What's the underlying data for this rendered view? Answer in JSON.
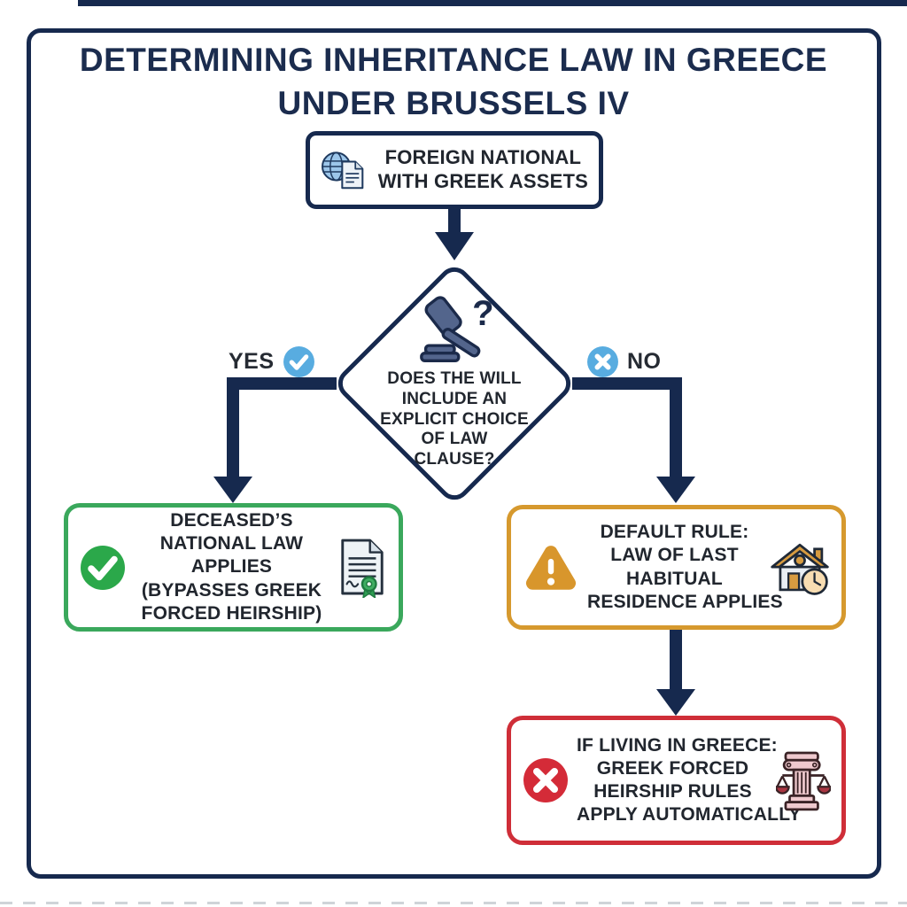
{
  "title": {
    "line1": "DETERMINING INHERITANCE LAW IN GREECE",
    "line2": "UNDER BRUSSELS IV"
  },
  "branches": {
    "yes_label": "YES",
    "no_label": "NO"
  },
  "nodes": {
    "start": {
      "lines": [
        "FOREIGN NATIONAL",
        "WITH GREEK ASSETS"
      ],
      "icon": "globe-document-icon"
    },
    "decision": {
      "lines": [
        "DOES THE WILL",
        "INCLUDE AN",
        "EXPLICIT CHOICE",
        "OF LAW",
        "CLAUSE?"
      ],
      "icon": "gavel-question-icon"
    },
    "yes_outcome": {
      "lines": [
        "DECEASED’S",
        "NATIONAL LAW",
        "APPLIES",
        "(BYPASSES GREEK",
        "FORCED HEIRSHIP)"
      ],
      "left_icon": "check-circle-icon",
      "right_icon": "certificate-icon",
      "accent": "#3aa85c"
    },
    "no_outcome": {
      "lines": [
        "DEFAULT RULE:",
        "LAW OF LAST",
        "HABITUAL",
        "RESIDENCE APPLIES"
      ],
      "left_icon": "warning-triangle-icon",
      "right_icon": "house-clock-icon",
      "accent": "#d6992e"
    },
    "final_outcome": {
      "lines": [
        "IF LIVING IN GREECE:",
        "GREEK FORCED",
        "HEIRSHIP RULES",
        "APPLY AUTOMATICALLY"
      ],
      "left_icon": "x-circle-icon",
      "right_icon": "column-scales-icon",
      "accent": "#cf2e38"
    }
  },
  "colors": {
    "navy": "#16294e",
    "title_navy": "#1b2c4e",
    "text_dark": "#21262e",
    "green_border": "#3aa85c",
    "green_fill": "#2ba84a",
    "amber": "#d6992e",
    "red": "#cf2e38",
    "badge_blue": "#58ace0",
    "globe_blue": "#9cc6ea",
    "gavel_slate": "#53658c"
  }
}
